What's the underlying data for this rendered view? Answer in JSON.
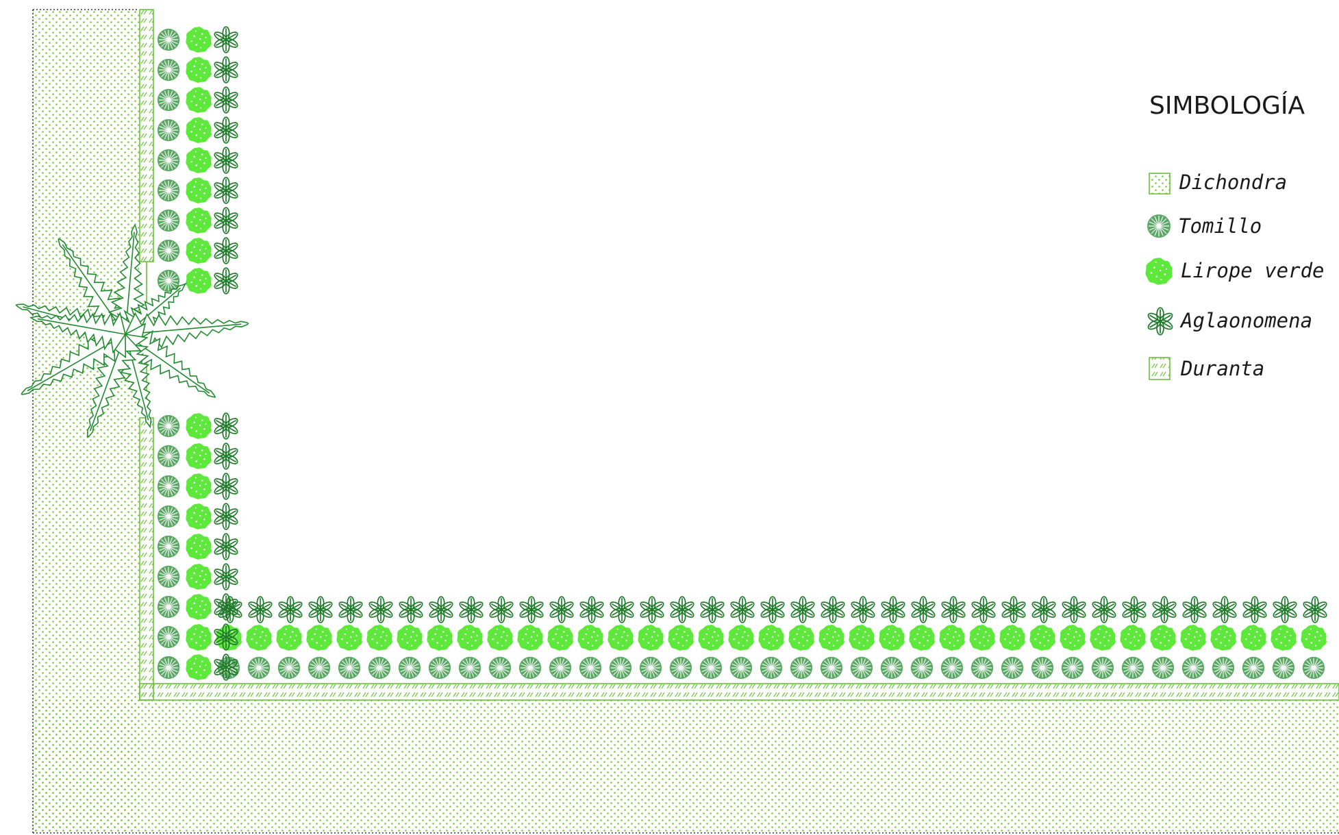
{
  "legend": {
    "title": "SIMBOLOGÍA",
    "items": [
      {
        "key": "dichondra",
        "label": "Dichondra",
        "icon": "dichondra-dotted-swatch-icon"
      },
      {
        "key": "tomillo",
        "label": "Tomillo",
        "icon": "tomillo-shrub-icon"
      },
      {
        "key": "lirope",
        "label": "Lirope verde",
        "icon": "lirope-shrub-icon"
      },
      {
        "key": "aglaonomena",
        "label": "Aglaonomena",
        "icon": "aglaonomena-flower-icon"
      },
      {
        "key": "duranta",
        "label": "Duranta",
        "icon": "duranta-hatched-swatch-icon"
      }
    ]
  },
  "colors": {
    "dichondra": "#7cc43a",
    "tomillo": "#5aa864",
    "lirope": "#5fe83c",
    "aglaonomena": "#1f7a2a",
    "duranta": "#6cbf3a",
    "palm": "#1f8a2e",
    "border": "#333333"
  }
}
